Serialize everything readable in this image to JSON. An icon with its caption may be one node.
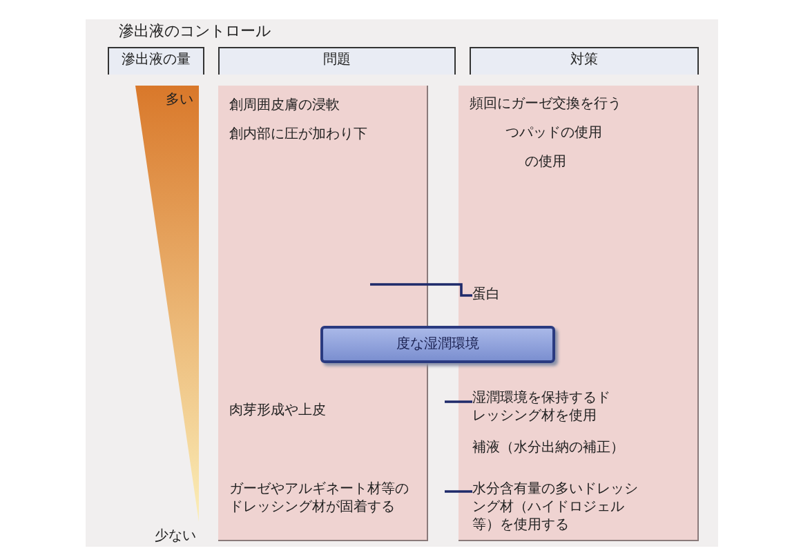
{
  "diagram": {
    "title": "滲出液のコントロール",
    "nodes": [
      {
        "text": [
          "滲出液の量"
        ]
      },
      {
        "text": [
          "問題"
        ]
      },
      {
        "text": [
          "対策"
        ]
      },
      {
        "text": [
          "多い"
        ],
        "beside": [
          "少ない"
        ]
      },
      {
        "text": [],
        "shape": "box"
      },
      {
        "text": [
          "創周囲皮膚の浸軟"
        ],
        "in": 4
      },
      {
        "text": [
          "創内部に圧が加わり下"
        ],
        "in": 4
      },
      {
        "text": [
          "肉芽形成や上皮"
        ],
        "in": 4
      },
      {
        "text": [
          "ガーゼやアルギネート材等のドレッシング材が固着する"
        ],
        "in": 4
      },
      {
        "text": [],
        "shape": "box"
      },
      {
        "text": [
          "頻回にガーゼ交換を行う"
        ],
        "in": 9
      },
      {
        "text": [
          "つパッドの使用"
        ],
        "in": 9
      },
      {
        "text": [
          "の使用"
        ],
        "in": 9
      },
      {
        "text": [
          "蛋白"
        ],
        "in": 9
      },
      {
        "text": [
          "湿潤環境を保持するドレッシング材を使用"
        ],
        "in": 9
      },
      {
        "text": [
          "補液（水分出納の補正）"
        ],
        "in": 9
      },
      {
        "text": [
          "水分含有量の多いドレッシング材（ハイドロジェル等）を使用する"
        ],
        "in": 9
      },
      {
        "text": [
          "度な湿潤環境"
        ]
      }
    ],
    "edges": [
      {
        "from": null,
        "to": 13,
        "arrow": "none"
      },
      {
        "from": null,
        "to": 14,
        "arrow": "none"
      },
      {
        "from": null,
        "to": 16,
        "arrow": "none"
      }
    ]
  }
}
